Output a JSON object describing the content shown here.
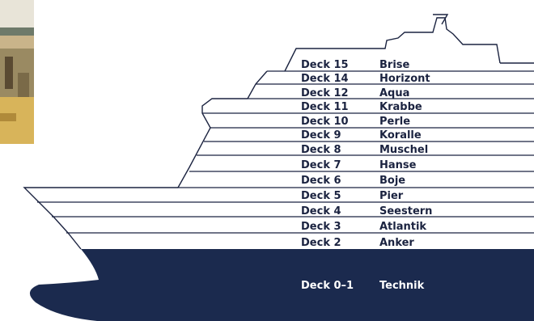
{
  "decks": [
    {
      "deck": "Deck 15",
      "name": "Brise"
    },
    {
      "deck": "Deck 14",
      "name": "Horizont"
    },
    {
      "deck": "Deck 12",
      "name": "Aqua"
    },
    {
      "deck": "Deck 11",
      "name": "Krabbe"
    },
    {
      "deck": "Deck 10",
      "name": "Perle"
    },
    {
      "deck": "Deck 9",
      "name": "Koralle"
    },
    {
      "deck": "Deck 8",
      "name": "Muschel"
    },
    {
      "deck": "Deck 7",
      "name": "Hanse"
    },
    {
      "deck": "Deck 6",
      "name": "Boje"
    },
    {
      "deck": "Deck 5",
      "name": "Pier"
    },
    {
      "deck": "Deck 4",
      "name": "Seestern"
    },
    {
      "deck": "Deck 3",
      "name": "Atlantik"
    },
    {
      "deck": "Deck 2",
      "name": "Anker"
    }
  ],
  "hull": {
    "deck": "Deck 0–1",
    "name": "Technik"
  },
  "colors": {
    "hull": "#1b2a4e",
    "line": "#1b2340",
    "text": "#1b2340"
  }
}
